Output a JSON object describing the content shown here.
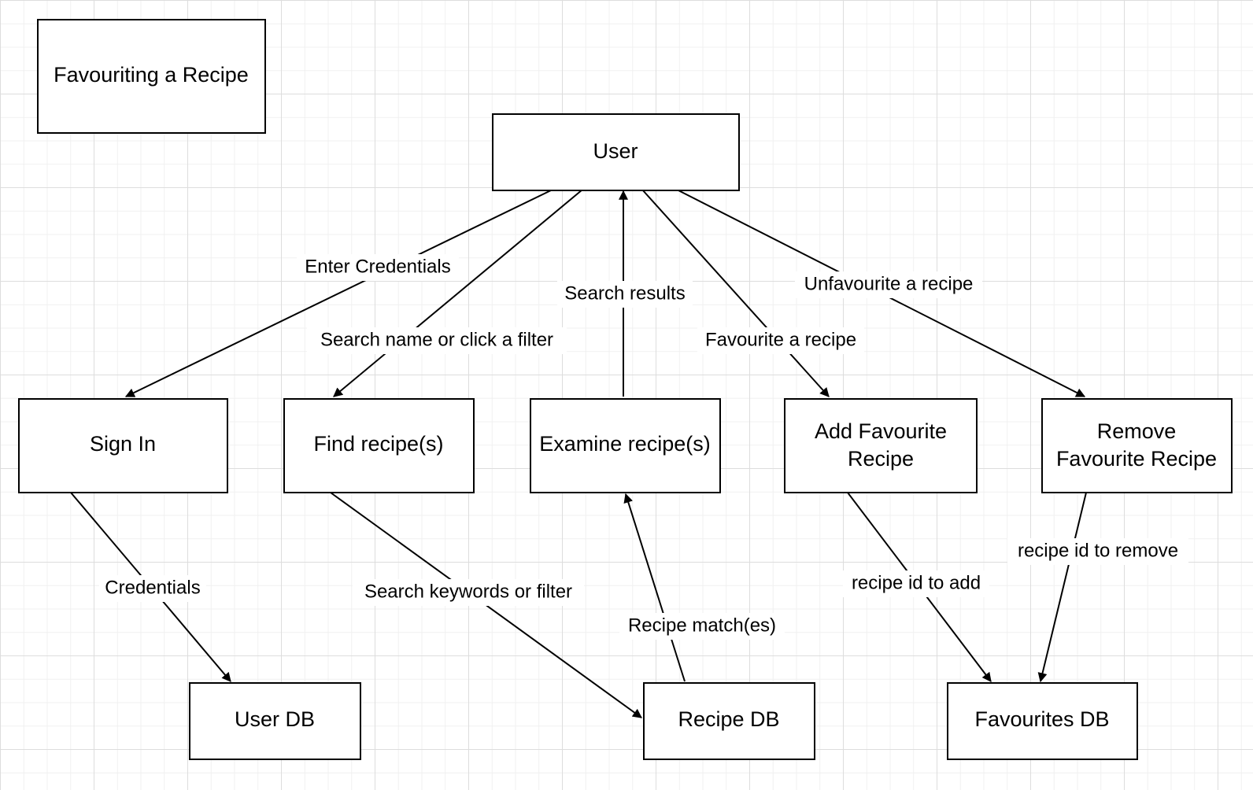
{
  "title": "Favouriting a Recipe",
  "nodes": {
    "user": "User",
    "sign_in": "Sign In",
    "find_recipes": "Find recipe(s)",
    "examine_recipes": "Examine recipe(s)",
    "add_favourite": [
      "Add Favourite",
      "Recipe"
    ],
    "remove_favourite": [
      "Remove",
      "Favourite Recipe"
    ],
    "user_db": "User DB",
    "recipe_db": "Recipe DB",
    "favourites_db": "Favourites DB"
  },
  "edges": {
    "enter_credentials": "Enter Credentials",
    "search_name": "Search name or click a filter",
    "search_results": "Search results",
    "favourite_recipe": "Favourite a recipe",
    "unfavourite_recipe": "Unfavourite a recipe",
    "credentials": "Credentials",
    "search_keywords": "Search keywords or filter",
    "recipe_matches": "Recipe match(es)",
    "recipe_id_add": "recipe id to add",
    "recipe_id_remove": "recipe id to remove"
  },
  "colors": {
    "stroke": "#000000",
    "background": "#ffffff",
    "grid": "#dddddd"
  }
}
